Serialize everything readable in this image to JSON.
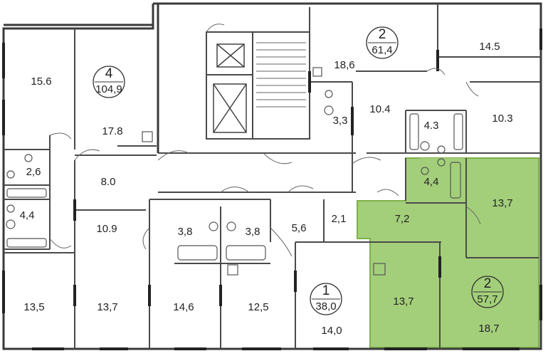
{
  "colors": {
    "wall": "#3a3a3a",
    "thin": "#6b6b6b",
    "highlight": "#a3cf7a",
    "highlight_stroke": "#7fb14a",
    "text": "#222222"
  },
  "apartments": [
    {
      "id": "apt-4",
      "rooms": "4",
      "area": "104,9"
    },
    {
      "id": "apt-2-top",
      "rooms": "2",
      "area": "61,4"
    },
    {
      "id": "apt-1",
      "rooms": "1",
      "area": "38,0"
    },
    {
      "id": "apt-2-selected",
      "rooms": "2",
      "area": "57,7"
    }
  ],
  "rooms": [
    {
      "id": "r1",
      "area": "15.6"
    },
    {
      "id": "r2",
      "area": "17.8"
    },
    {
      "id": "r3",
      "area": "18,6"
    },
    {
      "id": "r4",
      "area": "14.5"
    },
    {
      "id": "r5",
      "area": "10.4"
    },
    {
      "id": "r6",
      "area": "3,3"
    },
    {
      "id": "r7",
      "area": "4.3"
    },
    {
      "id": "r8",
      "area": "10.3"
    },
    {
      "id": "r9",
      "area": "2,6"
    },
    {
      "id": "r10",
      "area": "8.0"
    },
    {
      "id": "r11",
      "area": "4,4"
    },
    {
      "id": "r12",
      "area": "4,4"
    },
    {
      "id": "r13",
      "area": "13,7"
    },
    {
      "id": "r14",
      "area": "10.9"
    },
    {
      "id": "r15",
      "area": "3,8"
    },
    {
      "id": "r16",
      "area": "3,8"
    },
    {
      "id": "r17",
      "area": "5,6"
    },
    {
      "id": "r18",
      "area": "2,1"
    },
    {
      "id": "r19",
      "area": "7,2"
    },
    {
      "id": "r20",
      "area": "13,5"
    },
    {
      "id": "r21",
      "area": "13,7"
    },
    {
      "id": "r22",
      "area": "14,6"
    },
    {
      "id": "r23",
      "area": "12,5"
    },
    {
      "id": "r24",
      "area": "14,0"
    },
    {
      "id": "r25",
      "area": "13,7"
    },
    {
      "id": "r26",
      "area": "18,7"
    }
  ]
}
